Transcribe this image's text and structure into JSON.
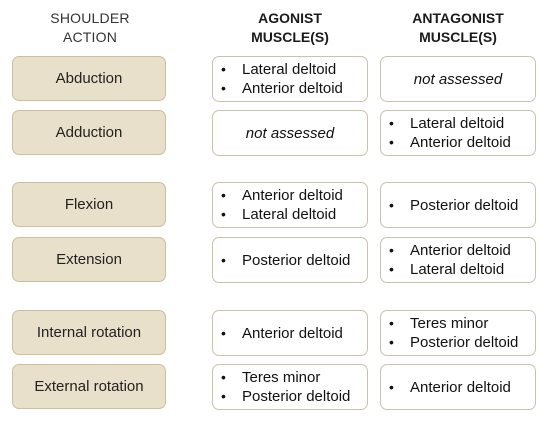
{
  "headers": {
    "action": [
      "SHOULDER",
      "ACTION"
    ],
    "agonist": [
      "AGONIST",
      "MUSCLE(S)"
    ],
    "antagonist": [
      "ANTAGONIST",
      "MUSCLE(S)"
    ]
  },
  "not_assessed_label": "not assessed",
  "rows": [
    {
      "action": "Abduction",
      "agonist": [
        "Lateral deltoid",
        "Anterior deltoid"
      ],
      "antagonist": null
    },
    {
      "action": "Adduction",
      "agonist": null,
      "antagonist": [
        "Lateral deltoid",
        "Anterior deltoid"
      ]
    },
    {
      "action": "Flexion",
      "agonist": [
        "Anterior deltoid",
        "Lateral deltoid"
      ],
      "antagonist": [
        "Posterior deltoid"
      ]
    },
    {
      "action": "Extension",
      "agonist": [
        "Posterior deltoid"
      ],
      "antagonist": [
        "Anterior deltoid",
        "Lateral deltoid"
      ]
    },
    {
      "action": "Internal rotation",
      "agonist": [
        "Anterior deltoid"
      ],
      "antagonist": [
        "Teres minor",
        "Posterior deltoid"
      ]
    },
    {
      "action": "External rotation",
      "agonist": [
        "Teres minor",
        "Posterior deltoid"
      ],
      "antagonist": [
        "Anterior deltoid"
      ]
    }
  ]
}
